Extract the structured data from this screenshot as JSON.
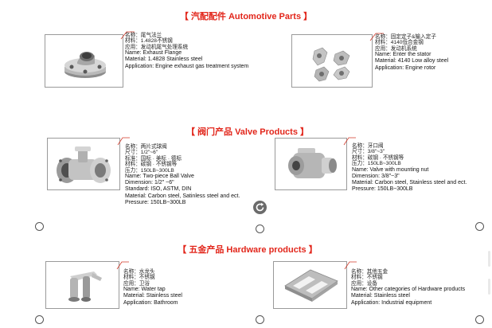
{
  "sections": {
    "automotive": {
      "title": "【  汽配配件 Automotive Parts  】"
    },
    "valve": {
      "title": "【  阀门产品 Valve Products 】"
    },
    "hardware": {
      "title": "【  五金产品 Hardware products  】"
    }
  },
  "products": {
    "exhaust": {
      "lines": [
        "名称：尾气法兰",
        "材料：1.4828不锈钢",
        "应用：发动机尾气处理系统",
        "Name: Exhaust Flange",
        "Material: 1.4828 Stainless steel",
        "Application: Engine exhaust gas treatment system"
      ]
    },
    "stator": {
      "lines": [
        "名称：固定定子&输入定子",
        "材料：4140低合金钢",
        "应用：发动机系统",
        "Name: Enter the stator",
        "Material: 4140 Low alloy steel",
        "Application: Engine rotor"
      ]
    },
    "ballvalve": {
      "lines": [
        "名称：两片式球阀",
        "尺寸：1/2\"~6\"",
        "标准：国标 · 美标 · 德标",
        "材料：碳钢 · 不锈钢等",
        "压力：150LB~300LB",
        "Name: Two-piece Ball Valve",
        "Dimension:  1/2\" ~6\"",
        "Standard: ISO, ASTM, DIN",
        "Material: Carbon steel, Satinless steel and ect.",
        "Pressure: 150LB~300LB"
      ]
    },
    "nutvalve": {
      "lines": [
        "名称：牙口阀",
        "尺寸：3/8\"~3\"",
        "材料：碳钢 · 不锈钢等",
        "压力：150LB~300LB",
        "Name:  Valve with mounting nut",
        "Dimension: 3/8\"~3\"",
        "Material: Carbon steel, Stainless steel and ect.",
        "Pressure: 150LB~300LB"
      ]
    },
    "watertap": {
      "lines": [
        "名称：水龙头",
        "材料：不锈钢",
        "应用：卫浴",
        "Name: Water tap",
        "Material: Stainless steel",
        "Application: Bathroom"
      ]
    },
    "otherhw": {
      "lines": [
        "名称：其他五金",
        "材料：不锈钢",
        "应用：设备",
        "Name: Other categories of Hardware products",
        "Material: Stainless steel",
        "Application: Industrial equipment"
      ]
    }
  },
  "colors": {
    "accent": "#e2261b",
    "leader": "#d23a2a",
    "border": "#9a9a9a"
  }
}
